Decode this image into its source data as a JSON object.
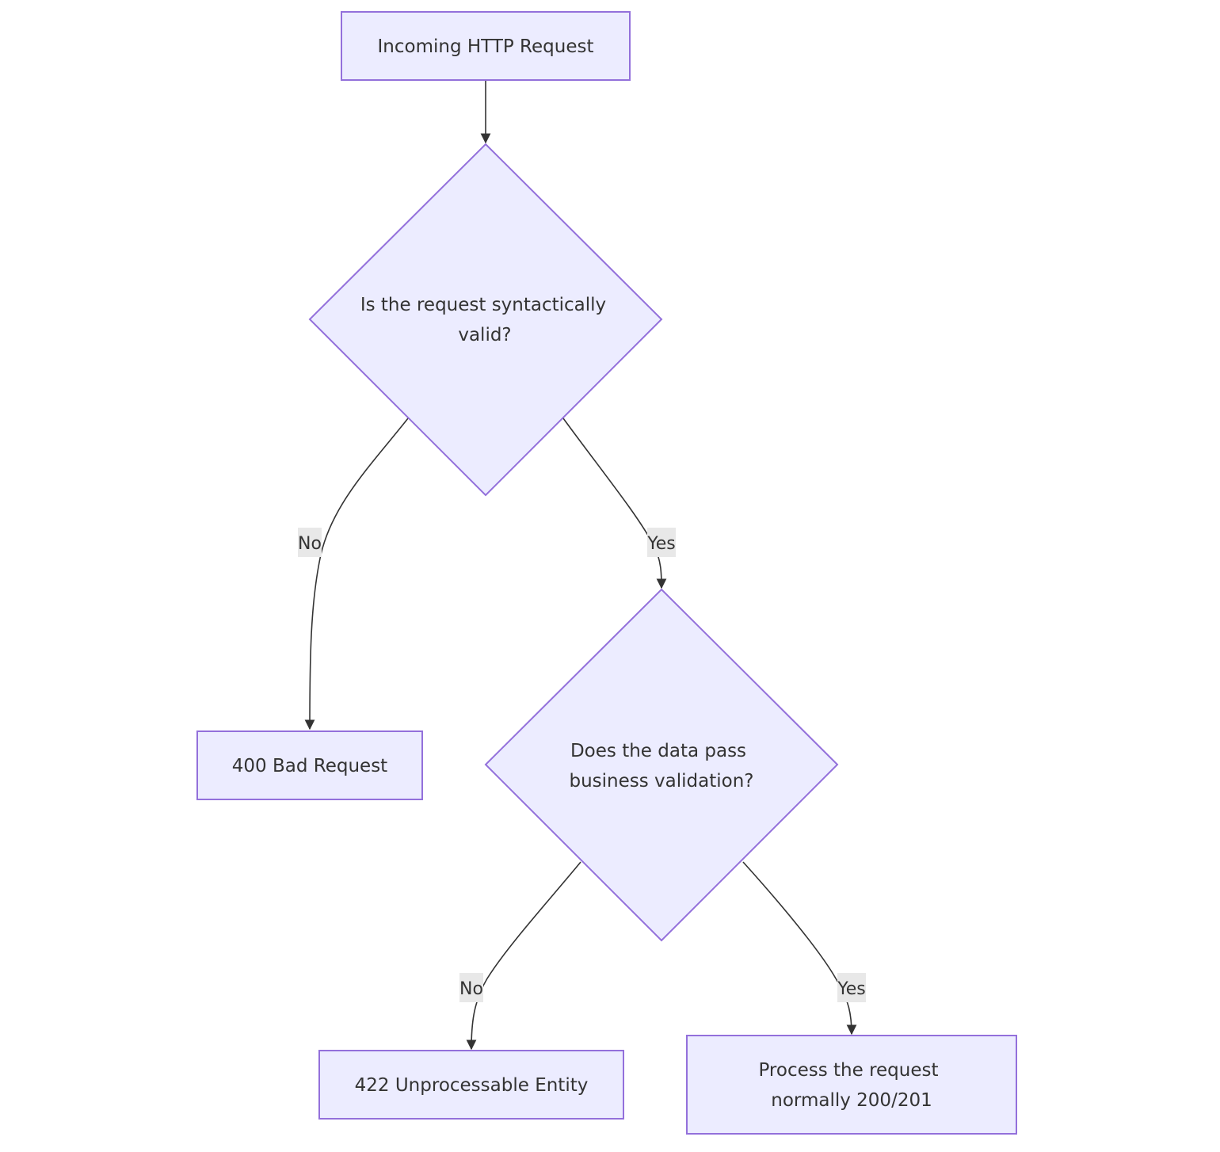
{
  "diagram": {
    "nodes": {
      "start": {
        "label": "Incoming HTTP Request",
        "shape": "rect"
      },
      "syntax_check": {
        "line1": "Is the request syntactically",
        "line2": "valid?",
        "shape": "diamond"
      },
      "bad_request": {
        "label": "400 Bad Request",
        "shape": "rect"
      },
      "business_check": {
        "line1": "Does the data pass",
        "line2": "business validation?",
        "shape": "diamond"
      },
      "unprocessable": {
        "label": "422 Unprocessable Entity",
        "shape": "rect"
      },
      "process": {
        "line1": "Process the request",
        "line2": "normally 200/201",
        "shape": "rect"
      }
    },
    "edges": {
      "start_to_syntax": {
        "from": "start",
        "to": "syntax_check",
        "label": ""
      },
      "syntax_no": {
        "from": "syntax_check",
        "to": "bad_request",
        "label": "No"
      },
      "syntax_yes": {
        "from": "syntax_check",
        "to": "business_check",
        "label": "Yes"
      },
      "business_no": {
        "from": "business_check",
        "to": "unprocessable",
        "label": "No"
      },
      "business_yes": {
        "from": "business_check",
        "to": "process",
        "label": "Yes"
      }
    },
    "colors": {
      "node_fill": "#ECECFF",
      "node_stroke": "#9370DB",
      "edge": "#333333",
      "edge_label_bg": "#e8e8e8",
      "text": "#333333"
    }
  }
}
